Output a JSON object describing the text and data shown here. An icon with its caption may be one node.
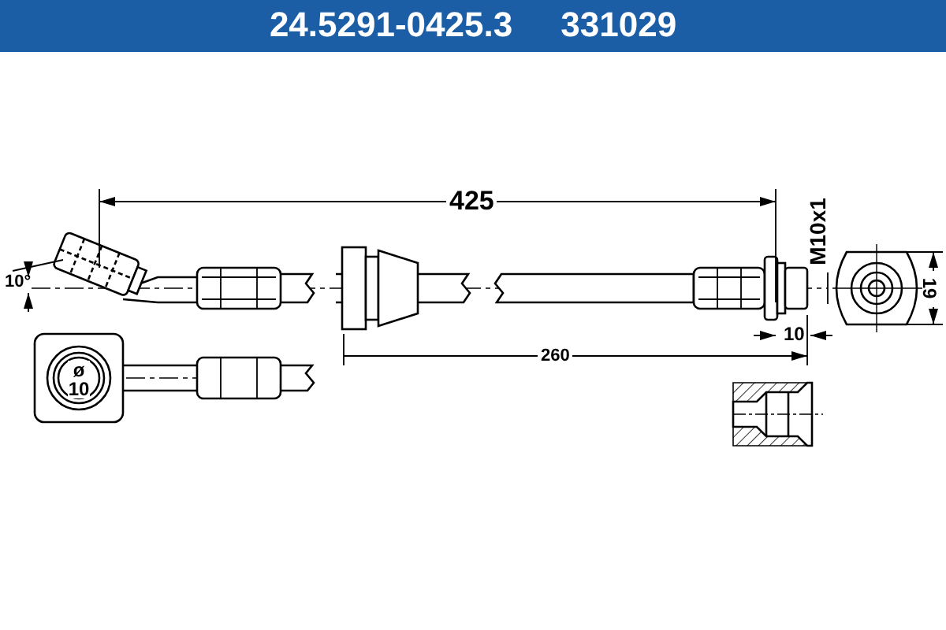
{
  "diagram": {
    "title": "24.5291-0425.3     331029",
    "labels": [
      "425",
      "M10x1",
      "10°",
      "19",
      "10",
      "260",
      "ø 10"
    ]
  }
}
